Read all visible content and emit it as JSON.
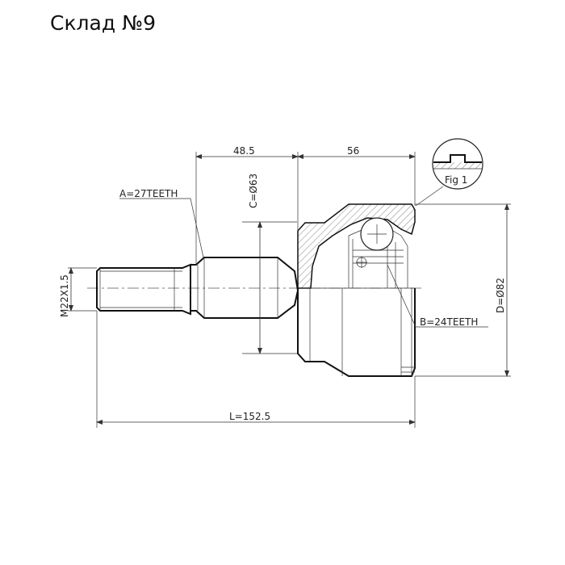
{
  "header": {
    "title": "Склад №9"
  },
  "drawing": {
    "dim_top_left": "48.5",
    "dim_top_right": "56",
    "label_a": "A=27TEETH",
    "label_c": "C=Ø63",
    "label_m": "M22X1.5",
    "label_b": "B=24TEETH",
    "label_d": "D=Ø82",
    "label_l": "L=152.5",
    "fig_label": "Fig 1"
  }
}
